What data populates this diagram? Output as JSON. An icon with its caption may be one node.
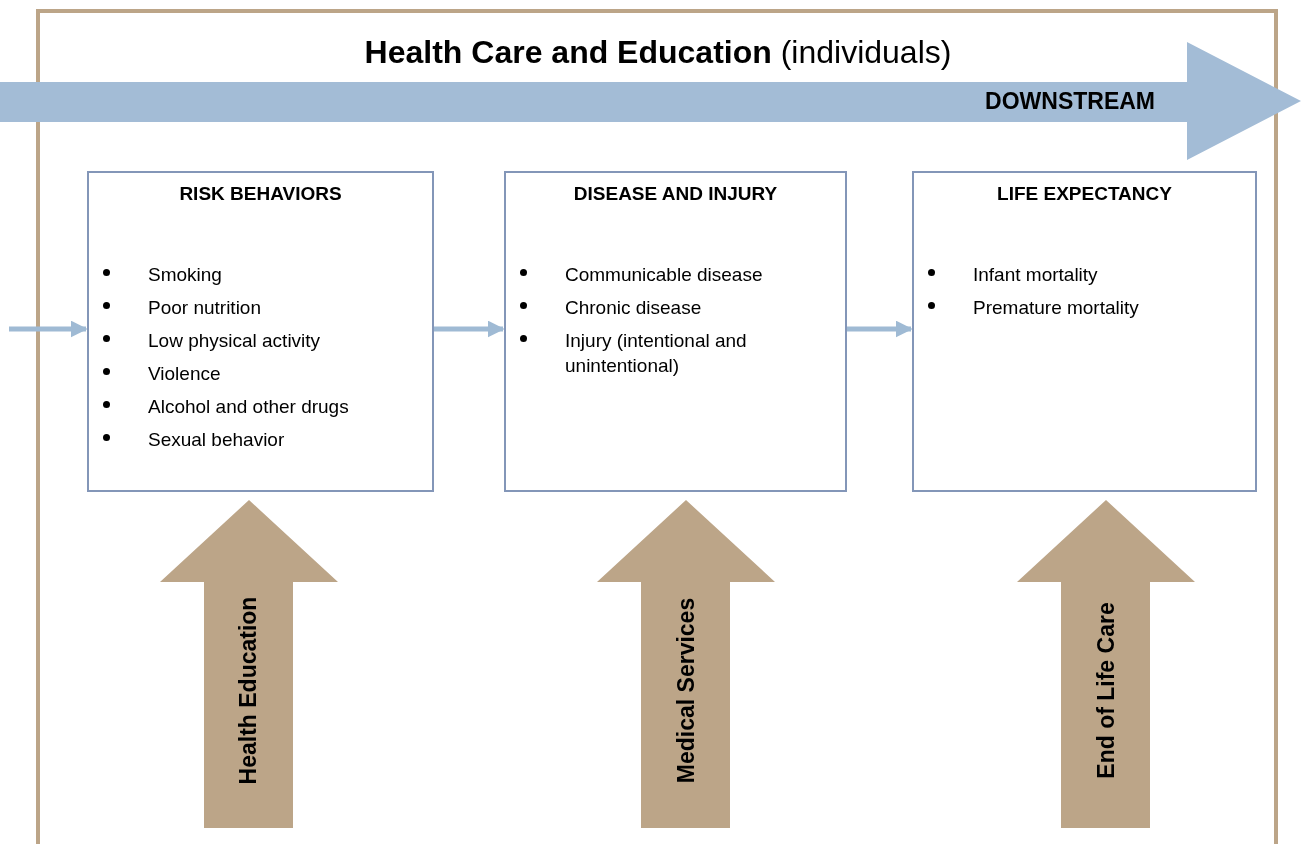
{
  "diagram": {
    "title": "**Health Care and Education** (individuals)",
    "nodes": [
      {
        "text": [
          "DOWNSTREAM"
        ]
      },
      {
        "text": [
          "RISK BEHAVIORS",
          "Smoking",
          "Poor nutrition",
          "Low physical activity",
          "Violence",
          "Alcohol and other drugs",
          "Sexual behavior"
        ]
      },
      {
        "text": [
          "DISEASE AND INJURY",
          "Communicable disease",
          "Chronic disease",
          "Injury (intentional and unintentional)"
        ]
      },
      {
        "text": [
          "LIFE EXPECTANCY",
          "Infant mortality",
          "Premature mortality"
        ]
      },
      {
        "text": [
          "Health Education"
        ]
      },
      {
        "text": [
          "Medical Services"
        ]
      },
      {
        "text": [
          "End of Life Care"
        ]
      }
    ],
    "edges": [
      {
        "from": null,
        "to": 1,
        "arrow": "to"
      },
      {
        "from": 1,
        "to": 2,
        "arrow": "to"
      },
      {
        "from": 2,
        "to": 3,
        "arrow": "to"
      }
    ]
  }
}
